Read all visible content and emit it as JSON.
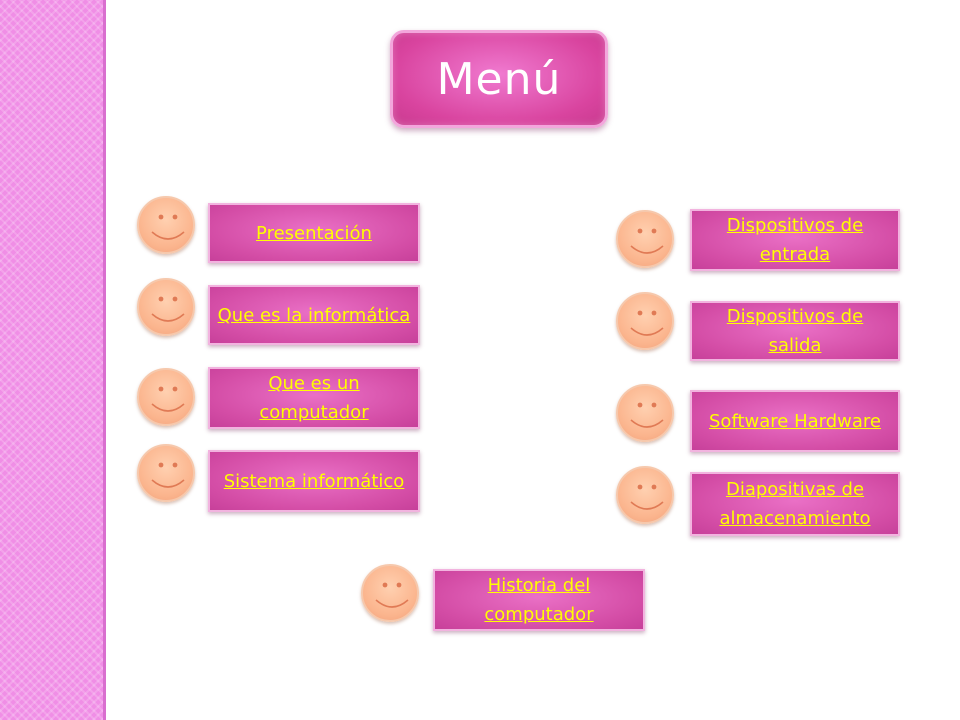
{
  "slide": {
    "title": "Menú"
  },
  "menu": {
    "presentacion": "Presentación",
    "que_es_informatica": "Que es la informática",
    "que_es_computador": "Que es un computador",
    "sistema_informatico": "Sistema informático",
    "dispositivos_entrada": "Dispositivos de entrada",
    "dispositivos_salida": "Dispositivos de salida",
    "software_hardware": "Software Hardware",
    "diapositivas_almacenamiento": "Diapositivas de almacenamiento",
    "historia_computador": "Historia del computador"
  },
  "icons": {
    "bullet": "smiley-face-icon"
  },
  "colors": {
    "side_strip": "#f08ee6",
    "title_box": "#d9449f",
    "link_box": "#d44da6",
    "link_text": "#ffff00",
    "smiley": "#fbb58e"
  }
}
